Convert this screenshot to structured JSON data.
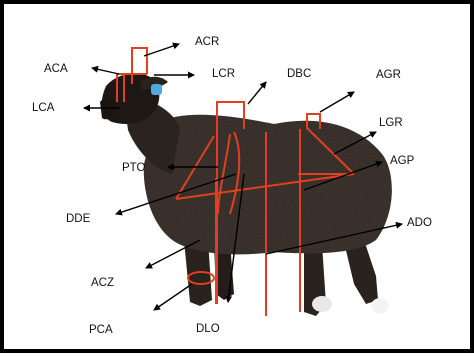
{
  "colors": {
    "measure_line": "#e0401e",
    "arrow": "#000000",
    "sheep_body": "#2e2622",
    "sheep_dark": "#1e1815",
    "tag": "#4fa8e0",
    "frame": "#000000"
  },
  "figure": {
    "subject": "sheep-photo",
    "labels": [
      {
        "id": "acr",
        "text": "ACR"
      },
      {
        "id": "aca",
        "text": "ACA"
      },
      {
        "id": "lcr",
        "text": "LCR"
      },
      {
        "id": "dbc",
        "text": "DBC"
      },
      {
        "id": "agr",
        "text": "AGR"
      },
      {
        "id": "lca",
        "text": "LCA"
      },
      {
        "id": "lgr",
        "text": "LGR"
      },
      {
        "id": "pto",
        "text": "PTO"
      },
      {
        "id": "agp",
        "text": "AGP"
      },
      {
        "id": "dde",
        "text": "DDE"
      },
      {
        "id": "ado",
        "text": "ADO"
      },
      {
        "id": "acz",
        "text": "ACZ"
      },
      {
        "id": "pca",
        "text": "PCA"
      },
      {
        "id": "dlo",
        "text": "DLO"
      }
    ]
  }
}
